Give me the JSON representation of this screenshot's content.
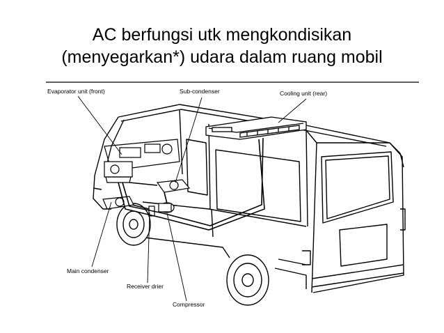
{
  "title": {
    "line1": "AC berfungsi utk mengkondisikan",
    "line2": "(menyegarkan*) udara dalam ruang mobil"
  },
  "labels": {
    "evaporator": "Evaporator unit (front)",
    "subcondenser": "Sub-condenser",
    "cooling": "Cooling unit (rear)",
    "main_condenser": "Main condenser",
    "receiver": "Receiver drier",
    "compressor": "Compressor"
  },
  "colors": {
    "ink": "#000000",
    "background": "#ffffff"
  }
}
